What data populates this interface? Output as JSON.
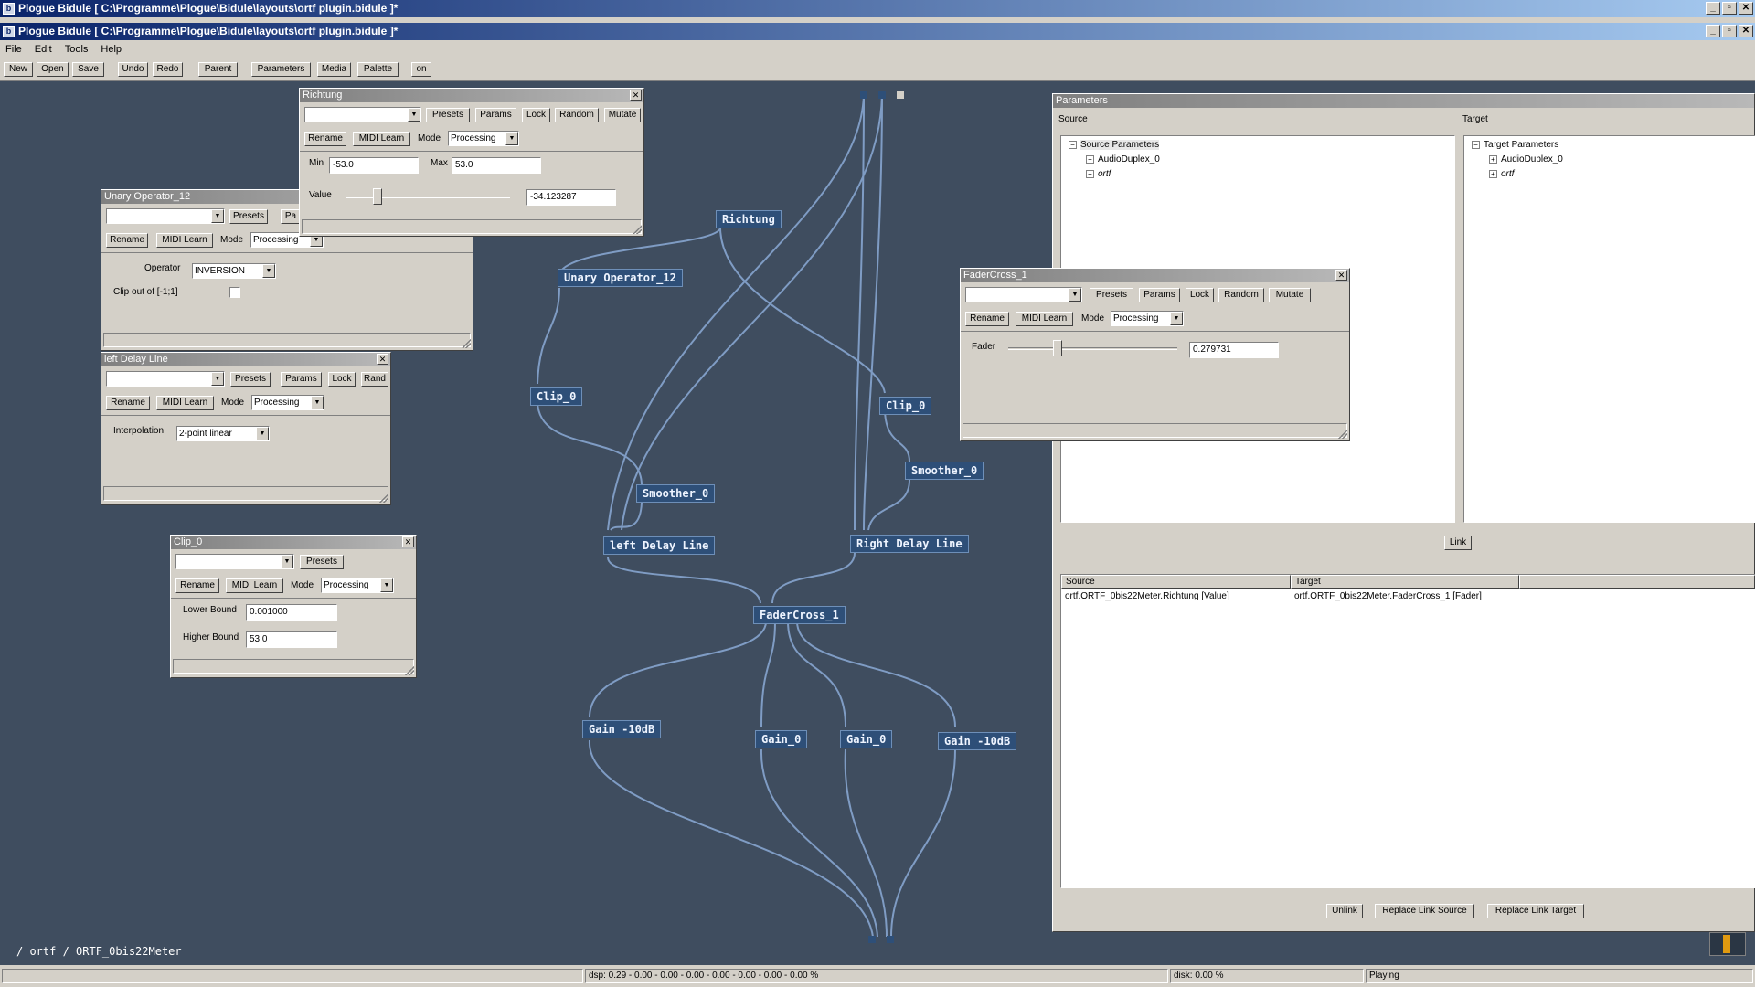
{
  "app": {
    "title_back": "Plogue Bidule [ C:\\Programme\\Plogue\\Bidule\\layouts\\ortf plugin.bidule ]*",
    "title": "Plogue Bidule [ C:\\Programme\\Plogue\\Bidule\\layouts\\ortf plugin.bidule ]*",
    "win_min": "_",
    "win_max": "▫",
    "win_close": "✕"
  },
  "menu": [
    "File",
    "Edit",
    "Tools",
    "Help"
  ],
  "toolbar": {
    "new": "New",
    "open": "Open",
    "save": "Save",
    "undo": "Undo",
    "redo": "Redo",
    "parent": "Parent",
    "parameters": "Parameters",
    "media": "Media",
    "palette": "Palette",
    "on": "on"
  },
  "common": {
    "presets": "Presets",
    "params": "Params",
    "lock": "Lock",
    "random": "Random",
    "mutate": "Mutate",
    "rename": "Rename",
    "midi_learn": "MIDI Learn",
    "mode": "Mode",
    "processing": "Processing",
    "close": "✕",
    "rand": "Rand",
    "pa": "Pa"
  },
  "richtung": {
    "title": "Richtung",
    "min_label": "Min",
    "min": "-53.0",
    "max_label": "Max",
    "max": "53.0",
    "value_label": "Value",
    "value": "-34.123287",
    "slider_fraction": 0.178
  },
  "unary": {
    "title": "Unary Operator_12",
    "operator_label": "Operator",
    "operator": "INVERSION",
    "clip_label": "Clip out of [-1;1]"
  },
  "leftdelay": {
    "title": "left Delay Line",
    "interp_label": "Interpolation",
    "interp": "2-point linear"
  },
  "clip": {
    "title": "Clip_0",
    "lower_label": "Lower Bound",
    "lower": "0.001000",
    "higher_label": "Higher Bound",
    "higher": "53.0"
  },
  "fadercross": {
    "title": "FaderCross_1",
    "fader_label": "Fader",
    "value": "0.279731",
    "slider_fraction": 0.28
  },
  "nodes": {
    "richtung": "Richtung",
    "unary": "Unary Operator_12",
    "clip_l": "Clip_0",
    "clip_r": "Clip_0",
    "smoother_l": "Smoother_0",
    "smoother_r": "Smoother_0",
    "left_delay": "left Delay Line",
    "right_delay": "Right Delay Line",
    "fadercross": "FaderCross_1",
    "gain1": "Gain -10dB",
    "gain2": "Gain_0",
    "gain3": "Gain_0",
    "gain4": "Gain -10dB"
  },
  "path": "/ ortf / ORTF_0bis22Meter",
  "params_window": {
    "title": "Parameters",
    "source_label": "Source",
    "target_label": "Target",
    "source_root": "Source Parameters",
    "target_root": "Target Parameters",
    "audioduplex": "AudioDuplex_0",
    "ortf": "ortf",
    "link": "Link",
    "col_source": "Source",
    "col_target": "Target",
    "row_source": "ortf.ORTF_0bis22Meter.Richtung [Value]",
    "row_target": "ortf.ORTF_0bis22Meter.FaderCross_1 [Fader]",
    "unlink": "Unlink",
    "replace_source": "Replace Link Source",
    "replace_target": "Replace Link Target",
    "minus": "−",
    "plus": "+"
  },
  "status": {
    "dsp": "dsp:  0.29 -  0.00 -  0.00 -  0.00 -  0.00 -  0.00 -  0.00 -  0.00 %",
    "disk": "disk:  0.00 %",
    "state": "Playing"
  }
}
